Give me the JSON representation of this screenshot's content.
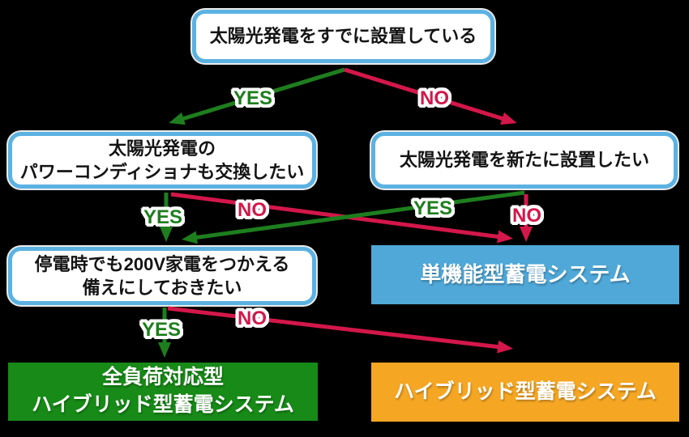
{
  "flowchart": {
    "title": "battery-system-selection-flowchart",
    "nodes": {
      "q_installed": {
        "text": "太陽光発電をすでに設置している"
      },
      "q_replace_pcs": {
        "line1": "太陽光発電の",
        "line2": "パワーコンディショナも交換したい"
      },
      "q_new_install": {
        "text": "太陽光発電を新たに設置したい"
      },
      "q_200v": {
        "line1": "停電時でも200V家電をつかえる",
        "line2": "備えにしておきたい"
      },
      "result_single": {
        "text": "単機能型蓄電システム"
      },
      "result_full_hybrid": {
        "line1": "全負荷対応型",
        "line2": "ハイブリッド型蓄電システム"
      },
      "result_hybrid": {
        "text": "ハイブリッド型蓄電システム"
      }
    },
    "edge_labels": {
      "top_yes": "YES",
      "top_no": "NO",
      "mid_left_yes": "YES",
      "mid_left_no": "NO",
      "mid_right_yes": "YES",
      "mid_right_no": "NO",
      "bottom_yes": "YES",
      "bottom_no": "NO"
    },
    "colors": {
      "background": "#000000",
      "question_box_border": "#5BB2E2",
      "question_box_fill": "#FFFFFF",
      "yes_green": "#1E7E1E",
      "no_red": "#D3174A",
      "result_single_fill": "#4FA8D8",
      "result_full_hybrid_fill": "#178A17",
      "result_hybrid_fill": "#F5A623"
    }
  }
}
